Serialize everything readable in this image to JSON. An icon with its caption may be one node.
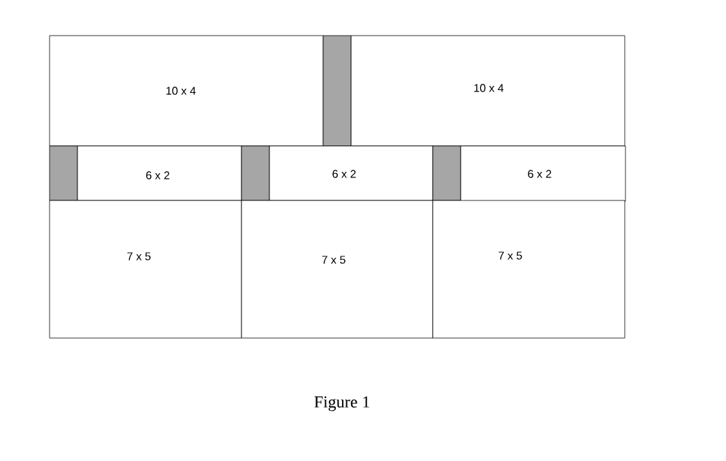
{
  "diagram": {
    "caption": "Figure 1",
    "nodes": [
      {
        "text": [
          "10 x 4"
        ]
      },
      {
        "text": [],
        "shape": "bar"
      },
      {
        "text": [
          "10 x 4"
        ]
      },
      {
        "text": [],
        "shape": "bar"
      },
      {
        "text": [
          "6 x 2"
        ]
      },
      {
        "text": [],
        "shape": "bar"
      },
      {
        "text": [
          "6 x 2"
        ]
      },
      {
        "text": [],
        "shape": "bar"
      },
      {
        "text": [
          "6 x 2"
        ]
      },
      {
        "text": [
          "7 x 5"
        ]
      },
      {
        "text": [
          "7 x 5"
        ]
      },
      {
        "text": [
          "7 x 5"
        ]
      }
    ],
    "edges": []
  }
}
